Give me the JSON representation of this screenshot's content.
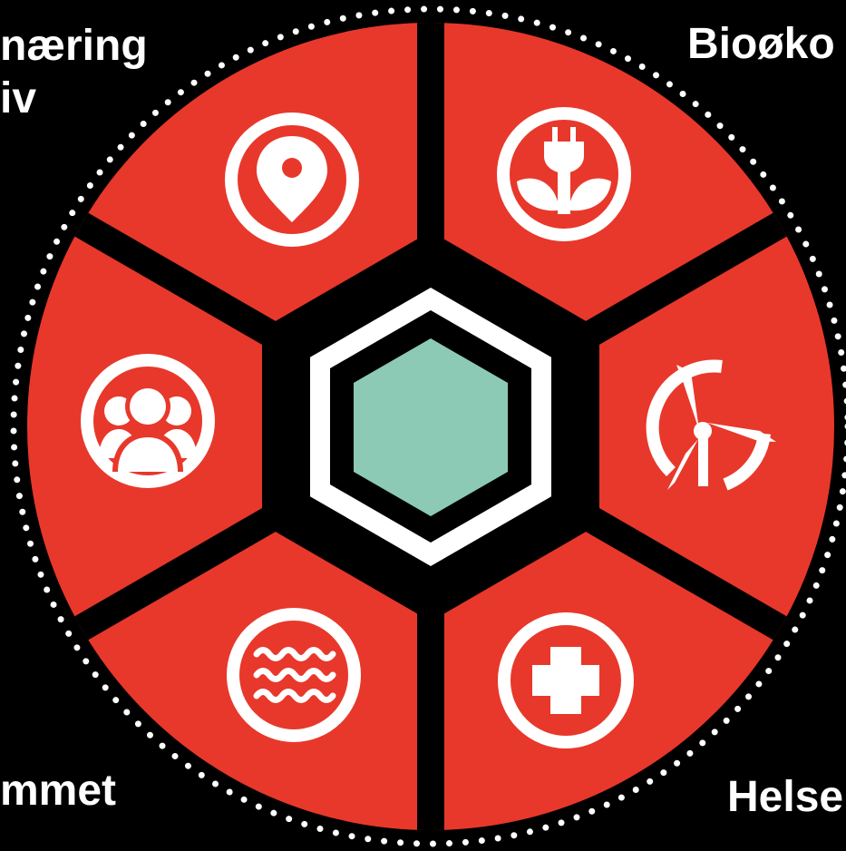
{
  "labels": {
    "top_left_line1": "næring",
    "top_left_line2": "iv",
    "top_right": "Bioøko",
    "bottom_left": "mmet",
    "bottom_right": "Helse"
  },
  "segments": [
    {
      "position": "top-left",
      "icon": "location-pin-icon"
    },
    {
      "position": "top-right",
      "icon": "plug-plant-icon"
    },
    {
      "position": "right",
      "icon": "wind-turbine-icon"
    },
    {
      "position": "bottom-right",
      "icon": "medical-cross-icon"
    },
    {
      "position": "bottom-left",
      "icon": "water-waves-icon"
    },
    {
      "position": "left",
      "icon": "people-group-icon"
    }
  ],
  "colors": {
    "background": "#000000",
    "segment": "#e8382b",
    "icon": "#ffffff",
    "center_hexagon": "#8ccab5",
    "dotted_ring": "#ffffff"
  }
}
